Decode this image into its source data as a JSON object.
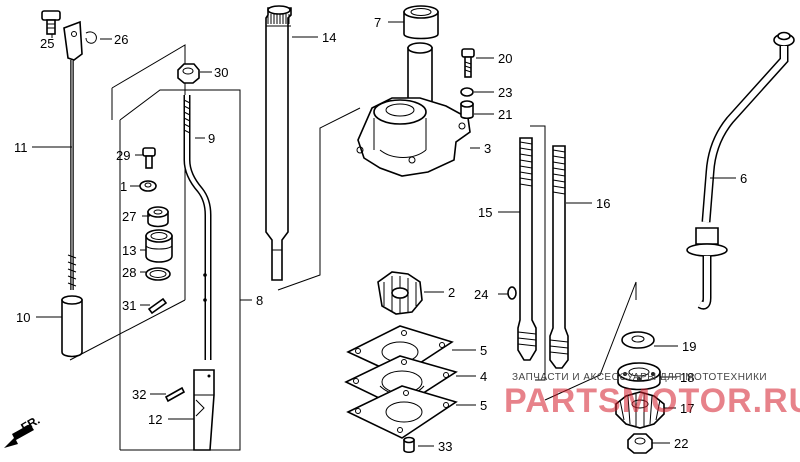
{
  "callouts": {
    "c1": "1",
    "c2": "2",
    "c3": "3",
    "c4": "4",
    "c5a": "5",
    "c5b": "5",
    "c6": "6",
    "c7": "7",
    "c8": "8",
    "c9": "9",
    "c10": "10",
    "c11": "11",
    "c12": "12",
    "c13": "13",
    "c14": "14",
    "c15": "15",
    "c16": "16",
    "c17": "17",
    "c18": "18",
    "c19": "19",
    "c20": "20",
    "c21": "21",
    "c22": "22",
    "c23": "23",
    "c24": "24",
    "c25": "25",
    "c26": "26",
    "c27": "27",
    "c28": "28",
    "c29": "29",
    "c30": "30",
    "c31": "31",
    "c32": "32",
    "c33": "33"
  },
  "direction": {
    "label": "FR."
  },
  "watermark": {
    "line1": "ЗАПЧАСТИ И АКСЕССУАРЫ ДЛЯ МОТОТЕХНИКИ",
    "line2": "PARTSMOTOR.RU"
  },
  "colors": {
    "ink": "#000000",
    "watermark": "#d41c2a",
    "paper": "#ffffff"
  }
}
